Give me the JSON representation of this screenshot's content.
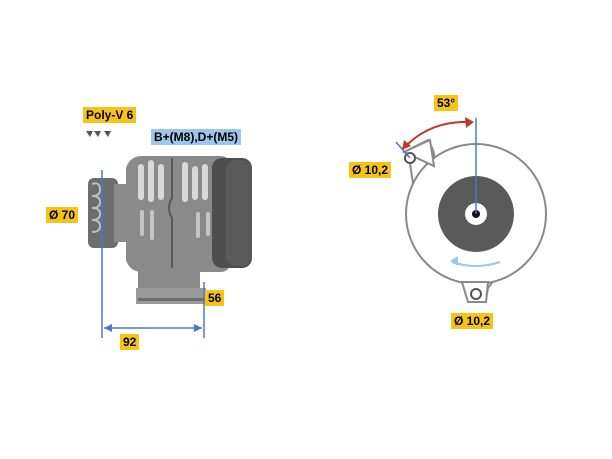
{
  "side_view": {
    "belt_label": "Poly-V 6",
    "terminal_label": "B+(M8),D+(M5)",
    "pulley_diameter": "Ø 70",
    "length_label": "92",
    "height_label": "56"
  },
  "front_view": {
    "angle_label": "53°",
    "upper_hole_label": "Ø 10,2",
    "lower_hole_label": "Ø 10,2"
  },
  "colors": {
    "label_yellow": "#f7c316",
    "label_blue": "#9cc6ec",
    "dimension_line": "#4a78c8",
    "arrow_red": "#c0392b",
    "body_gray": "#8a8a8a",
    "dark_gray": "#555555"
  }
}
